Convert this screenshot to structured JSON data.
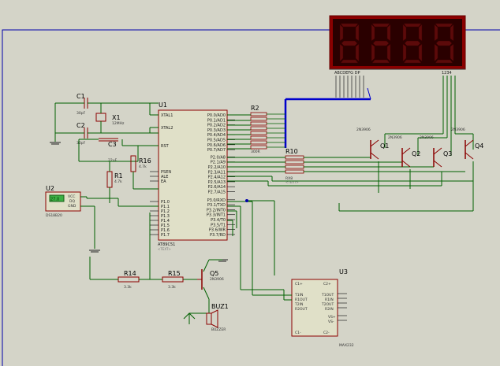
{
  "display": {
    "pins_left": "ABCDEFG DP",
    "pins_right": "1234",
    "digits": [
      "8",
      "8",
      "8",
      "8"
    ]
  },
  "u1": {
    "ref": "U1",
    "name": "AT89C51",
    "text": "<TEXT>",
    "pins_left": [
      "XTAL1",
      "XTAL2",
      "RST",
      "PSEN",
      "ALE",
      "EA",
      "P1.0",
      "P1.1",
      "P1.2",
      "P1.3",
      "P1.4",
      "P1.5",
      "P1.6",
      "P1.7"
    ],
    "pins_right": [
      "P0.0/AD0",
      "P0.1/AD1",
      "P0.2/AD2",
      "P0.3/AD3",
      "P0.4/AD4",
      "P0.5/AD5",
      "P0.6/AD6",
      "P0.7/AD7",
      "P2.0/A8",
      "P2.1/A9",
      "P2.2/A10",
      "P2.3/A11",
      "P2.4/A12",
      "P2.5/A13",
      "P2.6/A14",
      "P2.7/A15",
      "P3.0/RXD",
      "P3.1/TXD",
      "P3.2/INT0",
      "P3.3/INT1",
      "P3.4/T0",
      "P3.5/T1",
      "P3.6/WR",
      "P3.7/RD"
    ]
  },
  "components": {
    "c1": {
      "ref": "C1",
      "value": "30pF"
    },
    "c2": {
      "ref": "C2",
      "value": "30pF"
    },
    "c3": {
      "ref": "C3",
      "value": "22uF"
    },
    "x1": {
      "ref": "X1",
      "value": "12MHz"
    },
    "r1": {
      "ref": "R1",
      "value": "4.7k"
    },
    "r16": {
      "ref": "R16",
      "value": "4.7k"
    },
    "r2": {
      "ref": "R2",
      "value": "300R"
    },
    "r10": {
      "ref": "R10",
      "value": "RX8"
    },
    "r14": {
      "ref": "R14",
      "value": "3.3k"
    },
    "r15": {
      "ref": "R15",
      "value": "3.3k"
    },
    "q1": {
      "ref": "Q1",
      "value": "2N3906"
    },
    "q2": {
      "ref": "Q2",
      "value": "2N3906"
    },
    "q3": {
      "ref": "Q3",
      "value": "2N3906"
    },
    "q4": {
      "ref": "Q4",
      "value": "2N3906"
    },
    "q5": {
      "ref": "Q5",
      "value": "2N3906"
    },
    "u2": {
      "ref": "U2",
      "name": "DS18B20",
      "readout": "27.0",
      "pins": [
        "VCC",
        "DQ",
        "GND"
      ]
    },
    "u3": {
      "ref": "U3",
      "name": "MAX232",
      "pins_left": [
        "T1IN",
        "R1OUT",
        "T2IN",
        "R2OUT"
      ],
      "pins_right": [
        "T1OUT",
        "R1IN",
        "T2OUT",
        "R2IN"
      ],
      "pins_bottom": [
        "C1-",
        "C2-"
      ],
      "pins_top": [
        "C1+",
        "C2+"
      ],
      "pins_v": [
        "VS+",
        "VS-"
      ]
    },
    "buz1": {
      "ref": "BUZ1",
      "name": "BUZZER"
    }
  },
  "text_placeholder": "<TEXT>",
  "colors": {
    "background": "#d4d4c8",
    "wire": "#006000",
    "component": "#8b0000",
    "bus": "#0000cc",
    "display_bg": "#6b0000",
    "segment_off": "#4a0000",
    "lcd_green": "#3cb043"
  }
}
